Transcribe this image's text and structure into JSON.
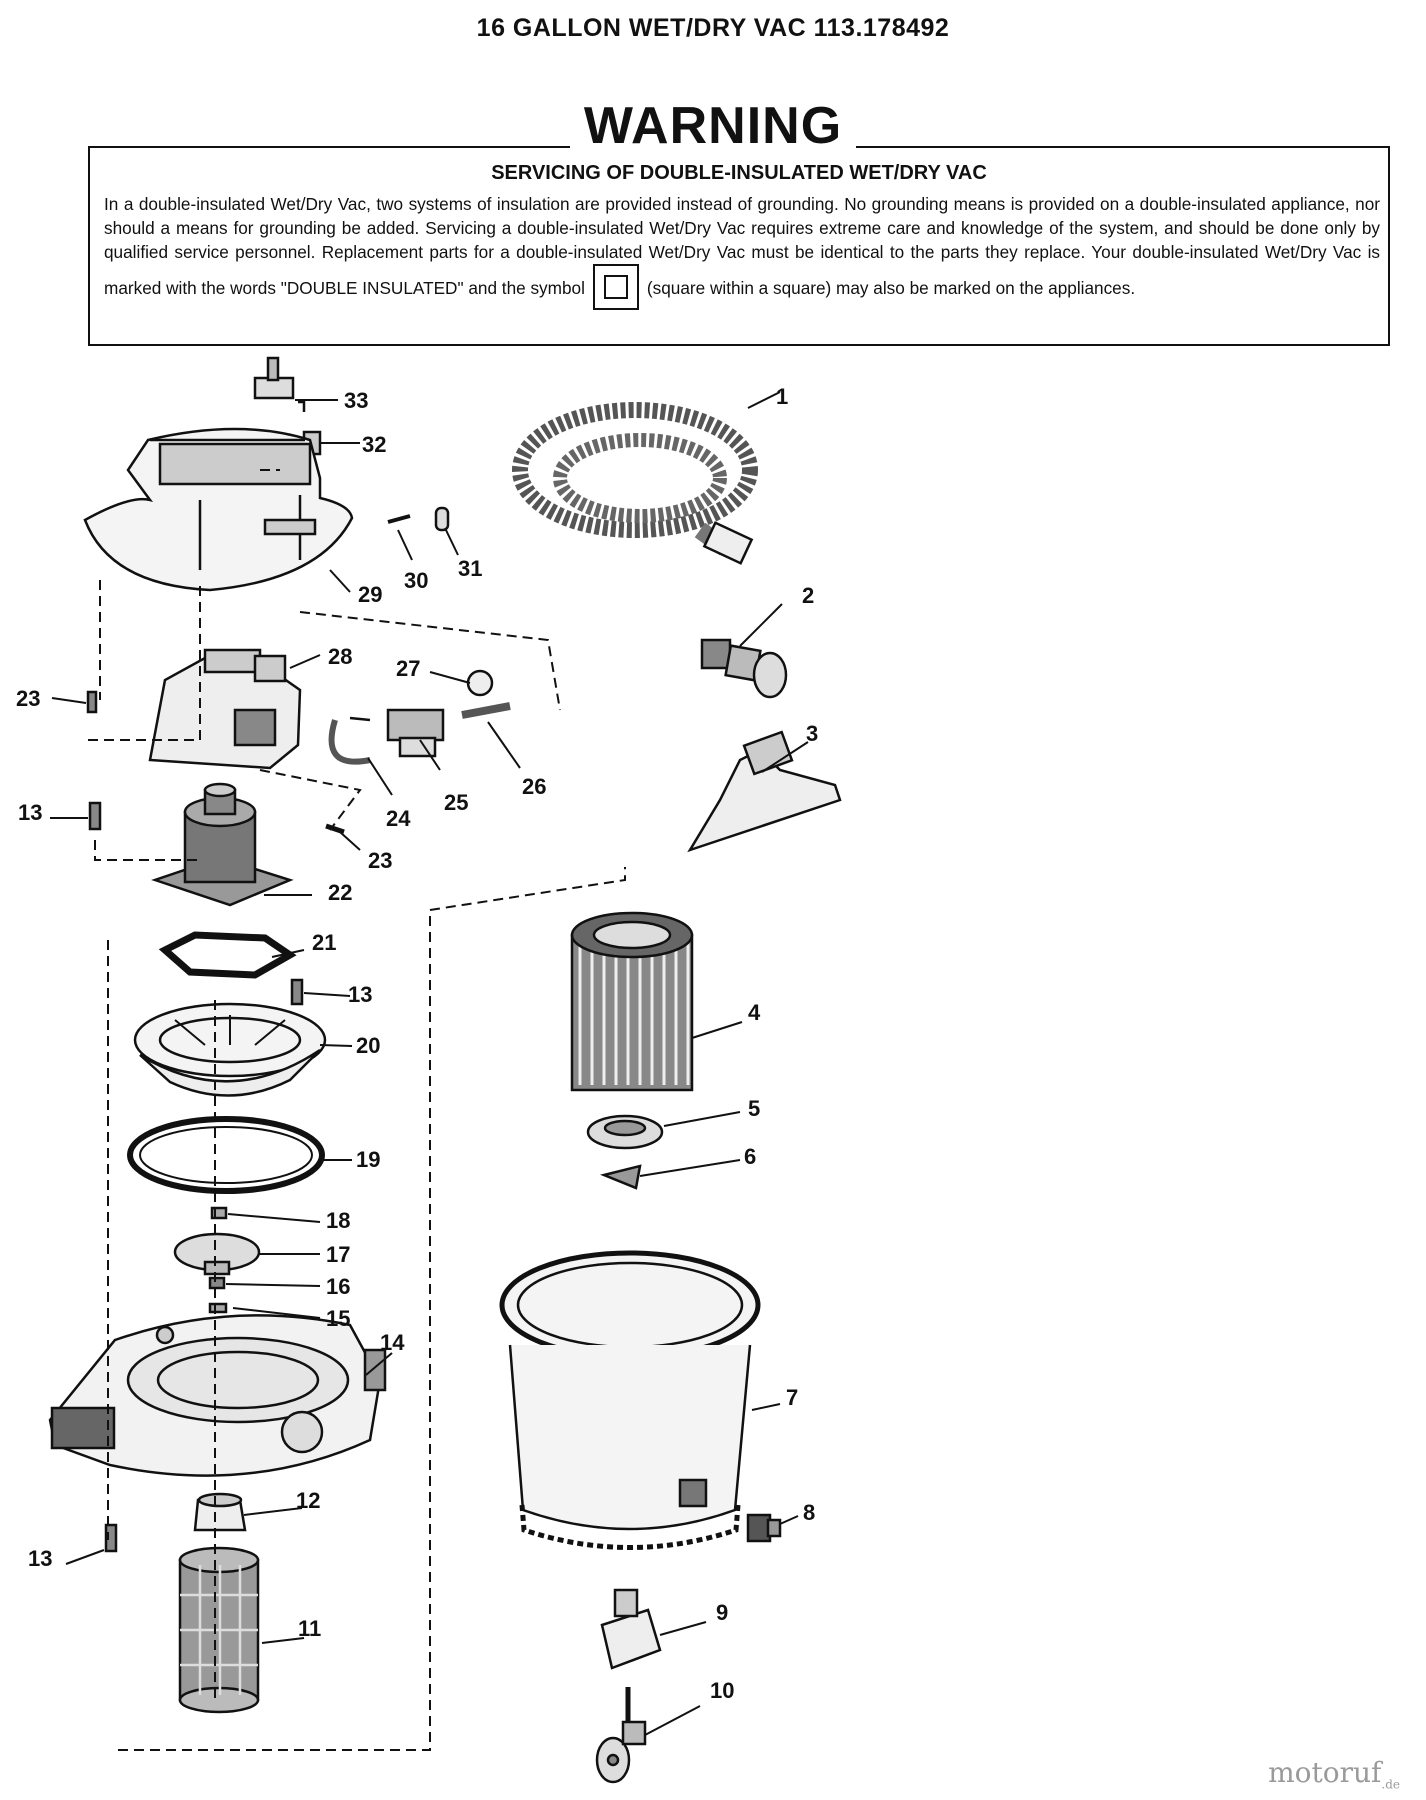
{
  "page_title": "16 GALLON WET/DRY VAC 113.178492",
  "warning": {
    "title": "WARNING",
    "subtitle": "SERVICING OF DOUBLE-INSULATED WET/DRY VAC",
    "body_before_symbol": "In a double-insulated Wet/Dry Vac, two systems of insulation are provided instead of grounding. No grounding means is provided on a double-insulated appliance, nor should a means for grounding be added. Servicing a double-insulated Wet/Dry Vac requires extreme care and knowledge of the system, and should be done only by qualified service personnel. Replacement parts for a double-insulated Wet/Dry Vac must be identical to the parts they replace. Your double-insulated Wet/Dry Vac is marked with the words \"DOUBLE INSULATED\" and the symbol",
    "body_after_symbol": "(square within a square) may also be marked on the appliances."
  },
  "callouts": [
    "1",
    "2",
    "3",
    "4",
    "5",
    "6",
    "7",
    "8",
    "9",
    "10",
    "11",
    "12",
    "13",
    "13",
    "13",
    "14",
    "15",
    "16",
    "17",
    "18",
    "19",
    "20",
    "21",
    "22",
    "23",
    "23",
    "24",
    "25",
    "26",
    "27",
    "28",
    "29",
    "30",
    "31",
    "32",
    "33"
  ],
  "watermark": {
    "text": "motoruf",
    "suffix": ".de"
  }
}
